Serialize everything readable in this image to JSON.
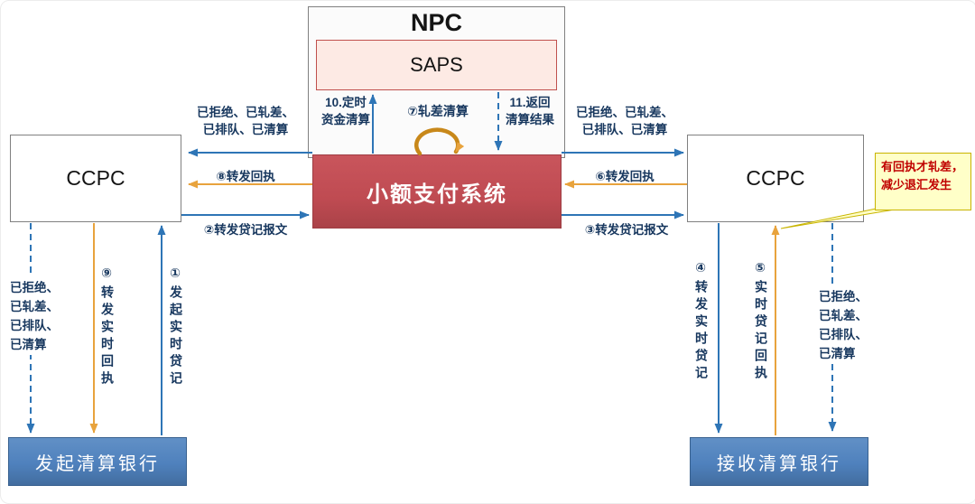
{
  "nodes": {
    "npc": "NPC",
    "saps": "SAPS",
    "payment_system": "小额支付系统",
    "ccpc_left": "CCPC",
    "ccpc_right": "CCPC",
    "bank_initiating": "发起清算银行",
    "bank_receiving": "接收清算银行"
  },
  "edges": {
    "status_to_ccpc_left": "已拒绝、已轧差、\n已排队、已清算",
    "forward_receipt_left": "⑧转发回执",
    "forward_credit_left": "②转发贷记报文",
    "timed_fund_settlement": "10.定时\n资金清算",
    "netting_settlement": "⑦轧差清算",
    "return_settlement_result": "11.返回\n清算结果",
    "status_to_ccpc_right": "已拒绝、已轧差、\n已排队、已清算",
    "forward_receipt_right": "⑥转发回执",
    "forward_credit_right": "③转发贷记报文",
    "status_to_bank_left": "已拒绝、\n已轧差、\n已排队、\n已清算",
    "forward_realtime_receipt": "⑨转发实时回执",
    "initiate_realtime_credit": "①发起实时贷记",
    "forward_realtime_credit": "④转发实时贷记",
    "realtime_credit_receipt": "⑤实时贷记回执",
    "status_to_bank_right": "已拒绝、\n已轧差、\n已排队、\n已清算"
  },
  "callout": {
    "note": "有回执才轧差，减少退汇发生"
  },
  "colors": {
    "blue": "#2e75b6",
    "orange": "#e8a33d",
    "loop": "#c8881a",
    "navy": "#17375e",
    "red_box": "#bf4b52",
    "bank_blue": "#4f81bd",
    "callout_bg": "#ffffc8",
    "callout_border": "#c8b400",
    "callout_red": "#c00000"
  }
}
